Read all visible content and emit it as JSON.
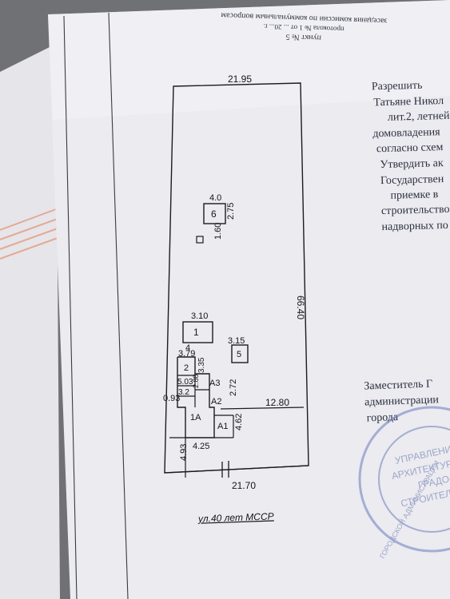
{
  "header": {
    "line1": "пункт № 5",
    "line2": "протокола № 1 от ... 20... г.",
    "line3": "заседания комиссии по коммунальным вопросам"
  },
  "right_text": [
    "Разрешить",
    "Татьяне Никол",
    "лит.2, летней",
    "домовладения",
    "согласно схем",
    "Утвердить ак",
    "Государствен",
    "приемке в",
    "строительство",
    "надворных по"
  ],
  "signature": [
    "Заместитель Г",
    "администрации",
    "города"
  ],
  "stamp": {
    "line1": "УПРАВЛЕНИЕ",
    "line2": "АРХИТЕКТУРЫ И",
    "line3": "ГРАДО-",
    "line4": "СТРОИТЕЛЬСТВА",
    "ring_text": "ГОРОДСКОЙ АДМИНИСТРАЦИИ"
  },
  "plan": {
    "street": "ул.40 лет МССР",
    "dims": {
      "top_width": "21.95",
      "right_length": "66.40",
      "bottom_width": "21.70",
      "inner_width": "12.80",
      "b6_w": "4.0",
      "b6_h": "2.75",
      "b6_d": "1.60",
      "b1_w": "3.10",
      "b1_h": "4",
      "b5_w": "3.15",
      "b2_w": "3.79",
      "b2_h": "3.35",
      "a3_h": "2.72",
      "a_left": "5.03",
      "a_inner": "2.88",
      "a_small": "3.2",
      "offset": "0.93",
      "a1_h": "4.62",
      "left_h": "4.93",
      "a1a_w": "4.25"
    },
    "labels": {
      "b6": "6",
      "b1": "1",
      "b5": "5",
      "b2": "2",
      "a3": "A3",
      "a2": "A2",
      "a1a": "1A",
      "a1": "A1"
    }
  }
}
